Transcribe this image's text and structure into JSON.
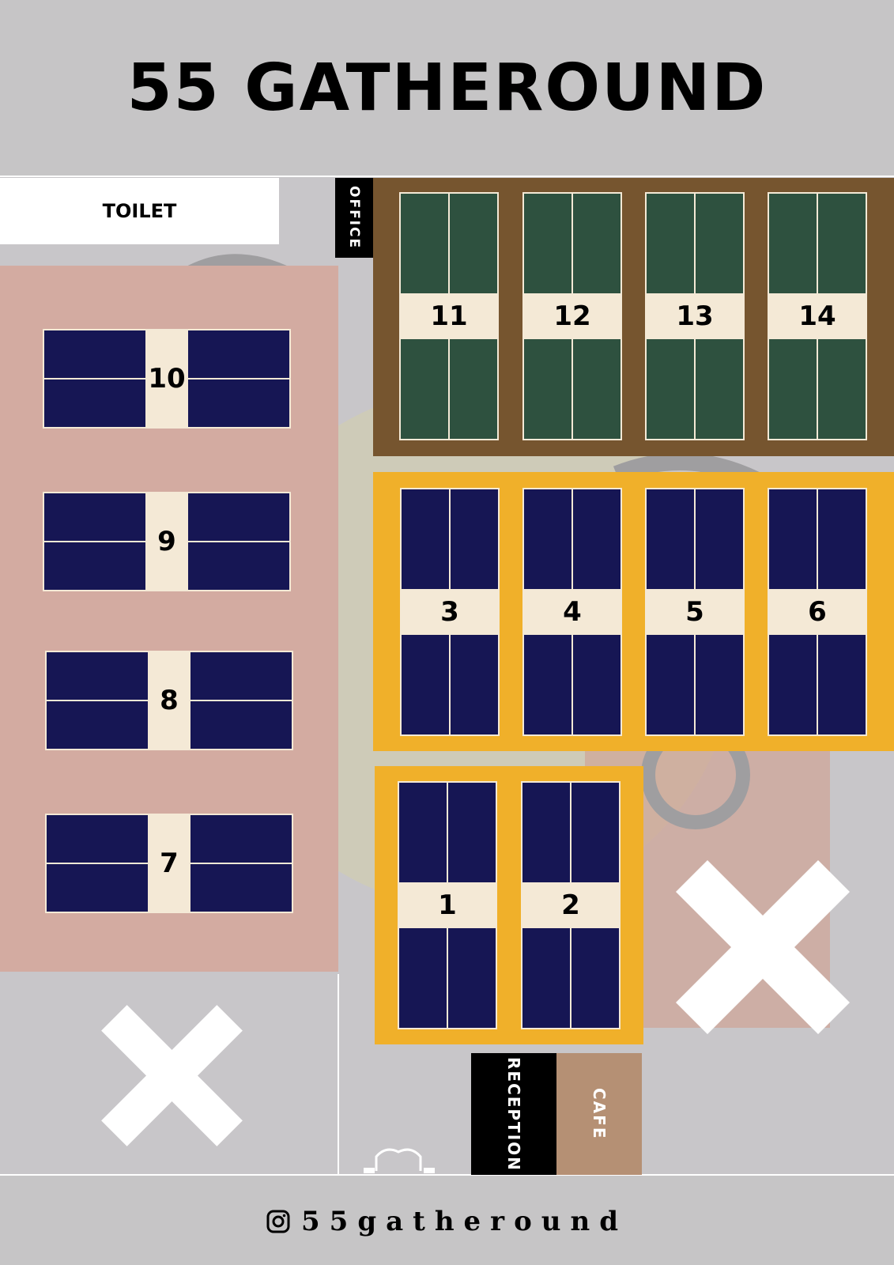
{
  "title": "55 GATHEROUND",
  "rooms": {
    "toilet": "TOILET",
    "office": "OFFICE",
    "reception": "RECEPTION",
    "cafe": "CAFE"
  },
  "tables": {
    "t1": "1",
    "t2": "2",
    "t3": "3",
    "t4": "4",
    "t5": "5",
    "t6": "6",
    "t7": "7",
    "t8": "8",
    "t9": "9",
    "t10": "10",
    "t11": "11",
    "t12": "12",
    "t13": "13",
    "t14": "14"
  },
  "footer": {
    "handle": "55gatheround",
    "icon": "instagram-icon"
  },
  "colors": {
    "background": "#c6c5c6",
    "pink_zone": "#d3aba1",
    "brown_zone": "#76552f",
    "yellow_zone": "#f0b02a",
    "navy_seat": "#161654",
    "green_seat": "#2e513f",
    "table_top": "#f4e9d6",
    "cafe": "#b59074"
  }
}
